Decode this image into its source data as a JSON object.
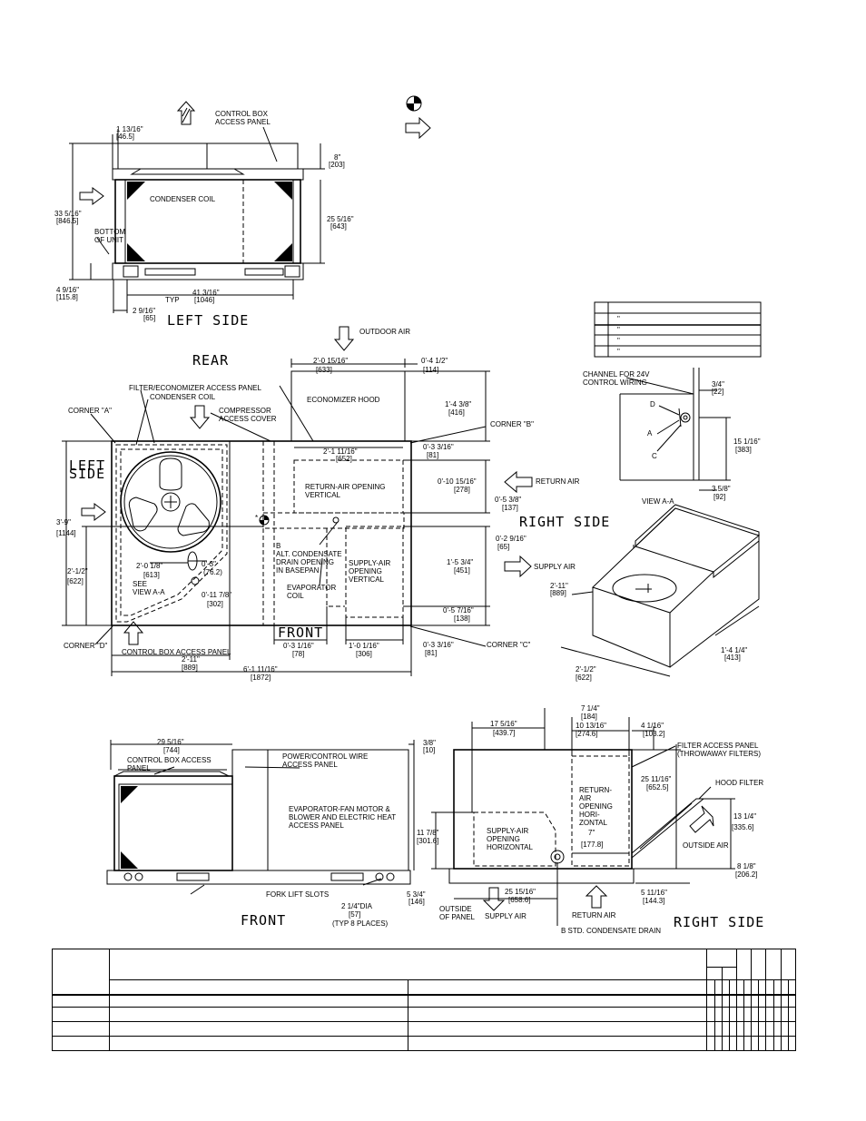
{
  "left_side": {
    "title": "LEFT SIDE",
    "control_box_label": "CONTROL BOX\nACCESS PANEL",
    "condenser_coil": "CONDENSER COIL",
    "bottom_of_unit": "BOTTOM\nOF UNIT",
    "dims": {
      "d1": "1 13/16\"",
      "d1m": "[46.5]",
      "d2": "8\"",
      "d2m": "[203]",
      "d3": "33 5/16\"",
      "d3m": "[846.5]",
      "d4": "25 5/16\"",
      "d4m": "[643]",
      "d5": "4 9/16\"",
      "d5m": "[115.8]",
      "d6": "41 3/16\"",
      "d6m": "[1046]",
      "d7": "TYP",
      "d8": "2 9/16\"",
      "d8m": "[65]"
    }
  },
  "outdoor_air": "OUTDOOR AIR",
  "top_view": {
    "rear": "REAR",
    "front": "FRONT",
    "left_side": "LEFT\nSIDE",
    "right_side": "RIGHT SIDE",
    "filter_panel": "FILTER/ECONOMIZER ACCESS PANEL",
    "condenser_coil": "CONDENSER COIL",
    "compressor_cover": "COMPRESSOR\nACCESS COVER",
    "economizer_hood": "ECONOMIZER HOOD",
    "corner_a": "CORNER \"A\"",
    "corner_b": "CORNER \"B\"",
    "corner_c": "CORNER \"C\"",
    "corner_d": "CORNER \"D\"",
    "return_opening_vert": "RETURN-AIR OPENING\nVERTICAL",
    "supply_opening_vert": "SUPPLY-AIR\nOPENING\nVERTICAL",
    "alt_condensate": "B\nALT. CONDENSATE\nDRAIN OPENING\nIN BASEPAN",
    "evaporator_coil": "EVAPORATOR\nCOIL",
    "see_view": "SEE\nVIEW A-A",
    "control_box_panel": "CONTROL BOX ACCESS PANEL",
    "return_air": "RETURN AIR",
    "supply_air": "SUPPLY AIR",
    "asterisk": "*",
    "dims": {
      "a1": "2'-0 15/16\"",
      "a1m": "[633]",
      "a2": "0'-4 1/2\"",
      "a2m": "[114]",
      "a3": "1'-4 3/8\"",
      "a3m": "[416]",
      "a4": "2'-1 11/16\"",
      "a4m": "[652]",
      "a5": "0'-3 3/16\"",
      "a5m": "[81]",
      "a6": "0'-10 15/16\"",
      "a6m": "[278]",
      "a7": "0'-5 3/8\"",
      "a7m": "[137]",
      "a8": "0'-2 9/16\"",
      "a8m": "[65]",
      "a9": "1'-5 3/4\"",
      "a9m": "[451]",
      "a10": "0'-5 7/16\"",
      "a10m": "[138]",
      "a11": "3'-9\"",
      "a11m": "[1144]",
      "a12": "2'-1/2\"",
      "a12m": "[622]",
      "a13": "2'-0 1/8\"",
      "a13m": "[613]",
      "a14": "0'-3\"",
      "a14m": "(76.2)",
      "a15": "0'-11 7/8\"",
      "a15m": "[302]",
      "a16": "0'-3 1/16\"",
      "a16m": "[78]",
      "a17": "1'-0 1/16\"",
      "a17m": "[306]",
      "a18": "0'-3 3/16\"",
      "a18m": "[81]",
      "a19": "2'-11\"",
      "a19m": "[889]",
      "a20": "6'-1 11/16\"",
      "a20m": "[1872]"
    }
  },
  "view_aa": {
    "title": "VIEW A-A",
    "channel": "CHANNEL FOR 24V\nCONTROL WIRING",
    "d": "D",
    "a": "A",
    "c": "C",
    "dims": {
      "v1": "3/4\"",
      "v1m": "[22]",
      "v2": "15 1/16\"",
      "v2m": "[383]",
      "v3": "3 5/8\"",
      "v3m": "[92]"
    }
  },
  "legend_marks": [
    "\"",
    "\"",
    "\"",
    "\""
  ],
  "iso": {
    "d1": "2'-11\"",
    "d1m": "[889]",
    "d2": "1'-4 1/4\"",
    "d2m": "[413]",
    "d3": "2'-1/2\"",
    "d3m": "[622]"
  },
  "front_view": {
    "title": "FRONT",
    "control_box": "CONTROL BOX ACCESS\nPANEL",
    "power_wire": "POWER/CONTROL WIRE\nACCESS PANEL",
    "evap_panel": "EVAPORATOR-FAN MOTOR &\nBLOWER AND ELECTRIC HEAT\nACCESS PANEL",
    "fork_lift": "FORK LIFT SLOTS",
    "dia": "2 1/4\"DIA",
    "diam": "[57]",
    "typ": "(TYP 8 PLACES)",
    "dims": {
      "f1": "29 5/16\"",
      "f1m": "[744]",
      "f2": "3/8\"",
      "f2m": "[10]",
      "f3": "5 3/4\"",
      "f3m": "[146]"
    }
  },
  "right_view": {
    "title": "RIGHT  SIDE",
    "filter_panel": "FILTER ACCESS PANEL\n(THROWAWAY FILTERS)",
    "hood_filter": "HOOD FILTER",
    "outside_air": "OUTSIDE AIR",
    "return_horiz": "RETURN-\nAIR\nOPENING\nHORI-\nZONTAL",
    "supply_horiz": "SUPPLY-AIR\nOPENING\nHORIZONTAL",
    "outside_panel": "OUTSIDE\nOF PANEL",
    "supply_air": "SUPPLY AIR",
    "return_air": "RETURN AIR",
    "drain": "B STD. CONDENSATE DRAIN",
    "dims": {
      "r1": "17 5/16\"",
      "r1m": "[439.7]",
      "r2": "7 1/4\"",
      "r2m": "[184]",
      "r3": "10 13/16\"",
      "r3m": "[274.6]",
      "r4": "4 1/16\"",
      "r4m": "[103.2]",
      "r5": "25 11/16\"",
      "r5m": "[652.5]",
      "r6": "11 7/8\"",
      "r6m": "[301.6]",
      "r7": "7\"",
      "r7m": "[177.8]",
      "r8": "13 1/4\"",
      "r8m": "[335.6]",
      "r9": "8 1/8\"",
      "r9m": "[206.2]",
      "r10": "25 15/16\"",
      "r10m": "[658.6]",
      "r11": "5 11/16\"",
      "r11m": "[144.3]"
    }
  }
}
